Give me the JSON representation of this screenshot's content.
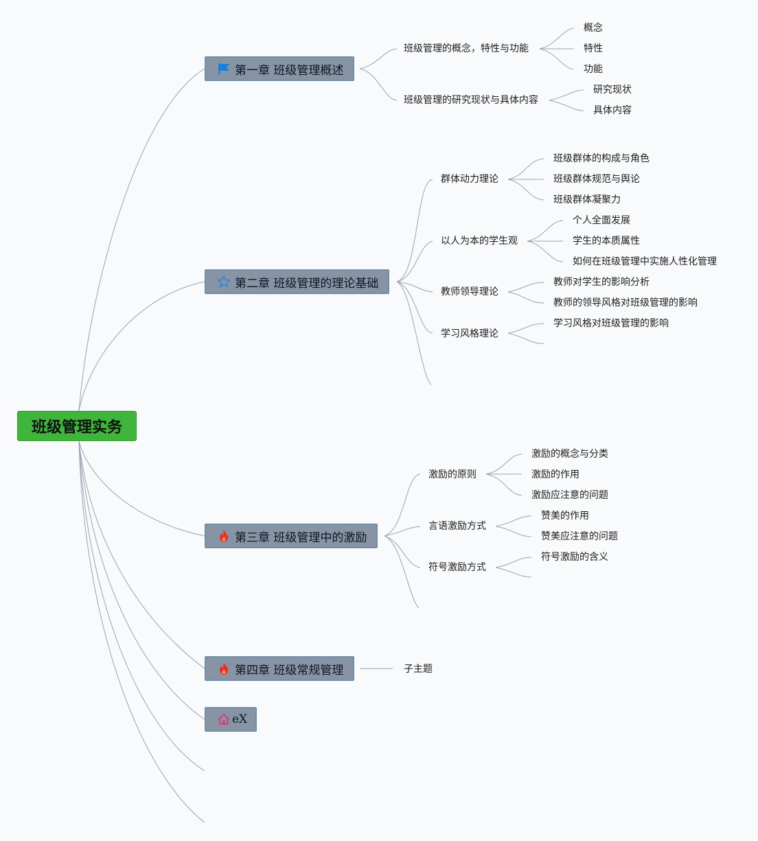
{
  "root": {
    "label": "班级管理实务"
  },
  "chapters": [
    {
      "label": "第一章 班级管理概述",
      "icon": "flag-icon",
      "topics": [
        {
          "label": "班级管理的概念，特性与功能",
          "children": [
            "概念",
            "特性",
            "功能"
          ]
        },
        {
          "label": "班级管理的研究现状与具体内容",
          "children": [
            "研究现状",
            "具体内容"
          ]
        }
      ]
    },
    {
      "label": "第二章 班级管理的理论基础",
      "icon": "star-icon",
      "topics": [
        {
          "label": "群体动力理论",
          "children": [
            "班级群体的构成与角色",
            "班级群体规范与舆论",
            "班级群体凝聚力"
          ]
        },
        {
          "label": "以人为本的学生观",
          "children": [
            "个人全面发展",
            "学生的本质属性",
            "如何在班级管理中实施人性化管理"
          ]
        },
        {
          "label": "教师领导理论",
          "children": [
            "教师对学生的影响分析",
            "教师的领导风格对班级管理的影响"
          ]
        },
        {
          "label": "学习风格理论",
          "children": [
            "学习风格对班级管理的影响"
          ]
        }
      ]
    },
    {
      "label": "第三章 班级管理中的激励",
      "icon": "fire-icon",
      "topics": [
        {
          "label": "激励的原则",
          "children": [
            "激励的概念与分类",
            "激励的作用",
            "激励应注意的问题"
          ]
        },
        {
          "label": "言语激励方式",
          "children": [
            "赞美的作用",
            "赞美应注意的问题"
          ]
        },
        {
          "label": "符号激励方式",
          "children": [
            "符号激励的含义"
          ]
        }
      ]
    },
    {
      "label": "第四章 班级常规管理",
      "icon": "fire-icon",
      "topics": [
        {
          "label": "子主题",
          "children": []
        }
      ]
    },
    {
      "label": "eX",
      "icon": "home-icon",
      "topics": []
    }
  ],
  "colors": {
    "root_bg": "#3fb53c",
    "chapter_bg": "#8794a6",
    "chapter_border": "#6f8fa8",
    "link": "#9aa1b0",
    "flag": "#1a7fd8",
    "star": "#2a8ad8",
    "fire": "#e8321c",
    "home": "#d33a6a"
  }
}
